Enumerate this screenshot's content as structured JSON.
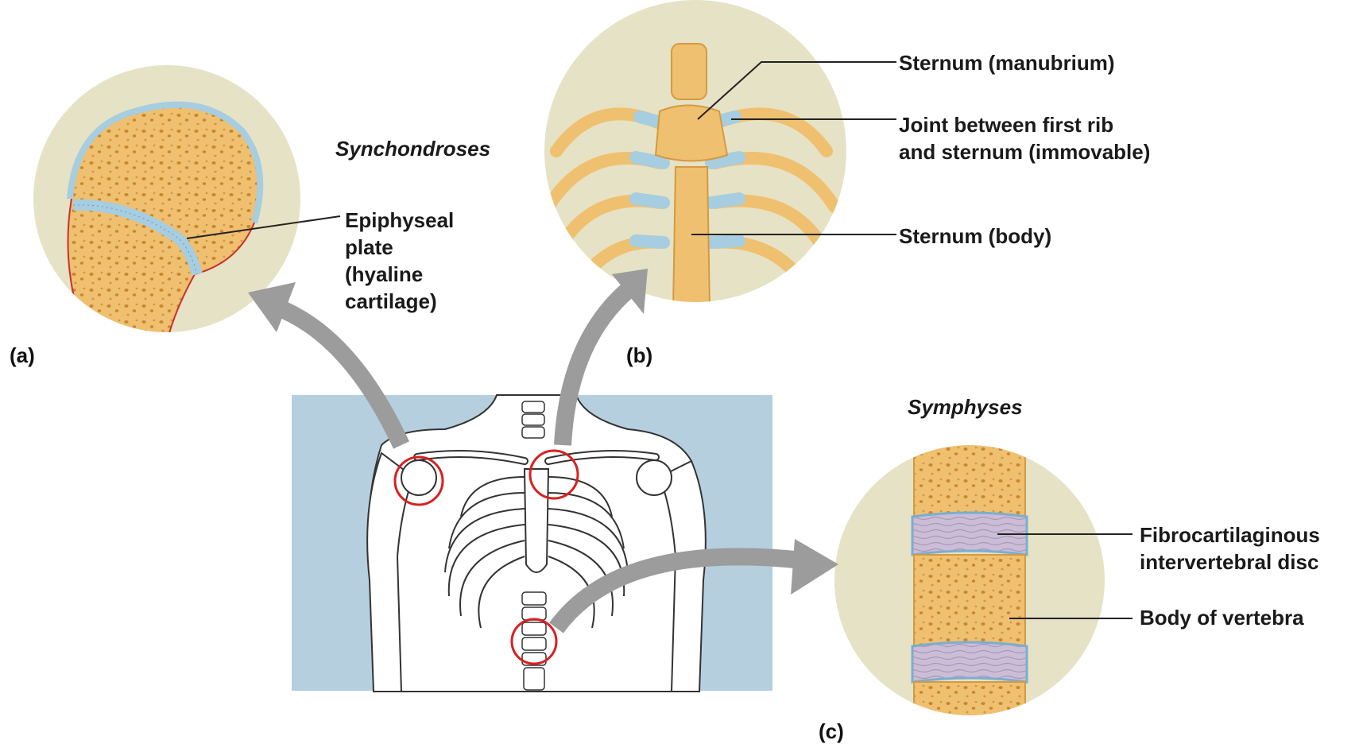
{
  "headings": {
    "synchondroses": "Synchondroses",
    "symphyses": "Symphyses"
  },
  "panel_letters": {
    "a": "(a)",
    "b": "(b)",
    "c": "(c)"
  },
  "labels": {
    "epiphyseal_plate": [
      "Epiphyseal",
      "plate",
      "(hyaline",
      "cartilage)"
    ],
    "sternum_manubrium": "Sternum (manubrium)",
    "joint_first_rib": [
      "Joint between first rib",
      "and sternum (immovable)"
    ],
    "sternum_body": "Sternum (body)",
    "intervertebral_disc": [
      "Fibrocartilaginous",
      "intervertebral disc"
    ],
    "body_of_vertebra": "Body of vertebra"
  },
  "colors": {
    "inset_background": "#e6e2c6",
    "bone": "#efc070",
    "bone_dark": "#d49a40",
    "cartilage": "#a6cde0",
    "disc": "#cbbdd6",
    "body_panel": "#b6cfdf",
    "highlight_circle": "#d92020",
    "arrow": "#9c9c9c"
  }
}
